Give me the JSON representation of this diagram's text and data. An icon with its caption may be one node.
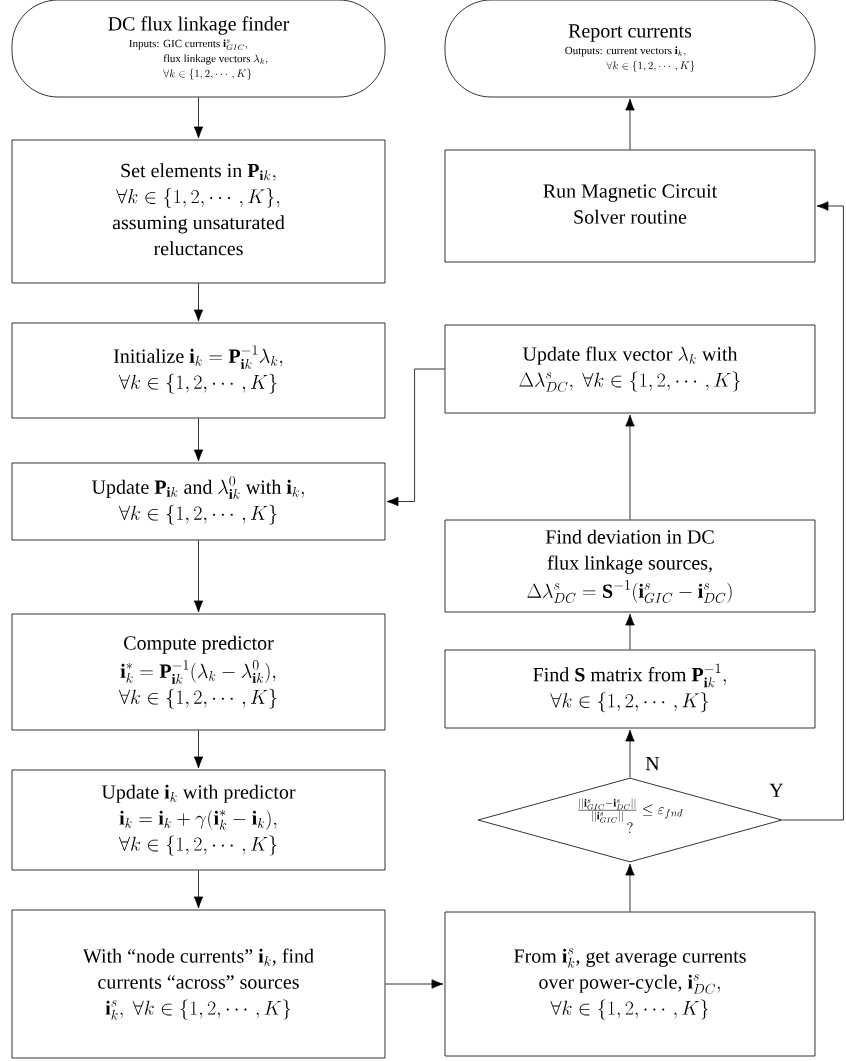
{
  "diagram": {
    "nodes": [
      {
        "text": [
          "\\text{DC flux linkage finder}",
          "\\begin{aligned}\\text{Inputs: }&\\text{GIC currents }\\mathbf{i}^s_{GIC},\\\\&\\text{flux linkage vectors }\\lambda_k,\\\\&\\forall k\\in\\{1,2,\\cdots,K\\}\\end{aligned}"
        ]
      },
      {
        "text": [
          "\\begin{gathered}\\text{Set elements in }\\mathbf{P}_{\\mathbf{i}k},\\\\\\forall k\\in\\{1,2,\\cdots,K\\},\\\\\\text{assuming unsaturated}\\\\\\text{reluctances}\\end{gathered}"
        ]
      },
      {
        "text": [
          "\\begin{gathered}\\text{Initialize }\\mathbf{i}_k=\\mathbf{P}_{\\mathbf{i}k}^{-1}\\lambda_k,\\\\\\forall k\\in\\{1,2,\\cdots,K\\}\\end{gathered}"
        ]
      },
      {
        "text": [
          "\\begin{gathered}\\text{Update }\\mathbf{P}_{\\mathbf{i}k}\\text{ and }\\lambda^0_{\\mathbf{i}k}\\text{ with }\\mathbf{i}_k,\\\\\\forall k\\in\\{1,2,\\cdots,K\\}\\end{gathered}"
        ]
      },
      {
        "text": [
          "\\begin{gathered}\\text{Compute predictor}\\\\\\mathbf{i}^*_k=\\mathbf{P}_{\\mathbf{i}k}^{-1}(\\lambda_k-\\lambda^0_{\\mathbf{i}k}),\\\\\\forall k\\in\\{1,2,\\cdots,K\\}\\end{gathered}"
        ]
      },
      {
        "text": [
          "\\begin{gathered}\\text{Update }\\mathbf{i}_k\\text{ with predictor}\\\\\\mathbf{i}_k=\\mathbf{i}_k+\\gamma(\\mathbf{i}^*_k-\\mathbf{i}_k),\\\\\\forall k\\in\\{1,2,\\cdots,K\\}\\end{gathered}"
        ]
      },
      {
        "text": [
          "\\begin{gathered}\\text{With “node currents” }\\mathbf{i}_k\\text{, find}\\\\\\text{currents “across” sources}\\\\\\mathbf{i}^s_k,\\ \\forall k\\in\\{1,2,\\cdots,K\\}\\end{gathered}"
        ]
      },
      {
        "text": [
          "\\begin{gathered}\\text{From }\\mathbf{i}^s_k\\text{, get average currents}\\\\\\text{over power-cycle, }\\mathbf{i}^s_{DC},\\\\\\forall k\\in\\{1,2,\\cdots,K\\}\\end{gathered}"
        ]
      },
      {
        "text": [
          "\\frac{||\\mathbf{i}^s_{GIC}-\\mathbf{i}^s_{DC}||}{||\\mathbf{i}^s_{GIC}||}\\leq\\varepsilon_{fnd}",
          "?"
        ]
      },
      {
        "text": [
          "\\begin{gathered}\\text{Find }\\mathbf{S}\\text{ matrix from }\\mathbf{P}_{\\mathbf{i}k}^{-1},\\\\\\forall k\\in\\{1,2,\\cdots,K\\}\\end{gathered}"
        ]
      },
      {
        "text": [
          "\\begin{gathered}\\text{Find deviation in DC}\\\\\\text{flux linkage sources,}\\\\\\Delta\\lambda^s_{DC}=\\mathbf{S}^{-1}(\\mathbf{i}^s_{GIC}-\\mathbf{i}^s_{DC})\\end{gathered}"
        ]
      },
      {
        "text": [
          "\\begin{gathered}\\text{Update flux vector }\\lambda_k\\text{ with}\\\\\\Delta\\lambda^s_{DC},\\ \\forall k\\in\\{1,2,\\cdots,K\\}\\end{gathered}"
        ]
      },
      {
        "text": [
          "\\begin{gathered}\\text{Run Magnetic Circuit}\\\\\\text{Solver routine}\\end{gathered}"
        ]
      },
      {
        "text": [
          "\\text{Report currents}",
          "\\begin{aligned}\\text{Outputs: }&\\text{current vectors }\\mathbf{i}_k,\\\\&\\forall k\\in\\{1,2,\\cdots,K\\}\\end{aligned}"
        ]
      }
    ],
    "edges": [
      {
        "from": 0,
        "to": 1,
        "arrow": "to"
      },
      {
        "from": 1,
        "to": 2,
        "arrow": "to"
      },
      {
        "from": 2,
        "to": 3,
        "arrow": "to"
      },
      {
        "from": 3,
        "to": 4,
        "arrow": "to"
      },
      {
        "from": 4,
        "to": 5,
        "arrow": "to"
      },
      {
        "from": 5,
        "to": 6,
        "arrow": "to"
      },
      {
        "from": 6,
        "to": 7,
        "arrow": "to"
      },
      {
        "from": 7,
        "to": 8,
        "arrow": "to"
      },
      {
        "from": 8,
        "to": 9,
        "arrow": "to",
        "label": "N"
      },
      {
        "from": 9,
        "to": 10,
        "arrow": "to"
      },
      {
        "from": 10,
        "to": 11,
        "arrow": "to"
      },
      {
        "from": 11,
        "to": 3,
        "arrow": "to"
      },
      {
        "from": 8,
        "to": 12,
        "arrow": "to",
        "label": "Y"
      },
      {
        "from": 12,
        "to": 13,
        "arrow": "to"
      }
    ]
  }
}
